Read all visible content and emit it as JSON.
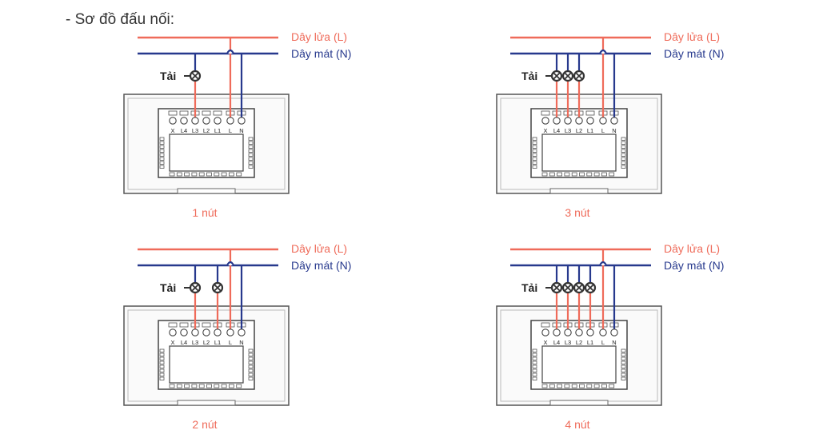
{
  "heading": "- Sơ đồ đấu nối:",
  "colors": {
    "live": "#ef6b5a",
    "neutral": "#27398d",
    "device": "#333333",
    "text": "#222222"
  },
  "wire_labels": {
    "live": "Dây lửa (L)",
    "neutral": "Dây mát (N)"
  },
  "load_label": "Tải",
  "terminal_labels": [
    "X",
    "L4",
    "L3",
    "L2",
    "L1",
    "L",
    "N"
  ],
  "diagrams": [
    {
      "caption": "1 nút",
      "gangs": 1
    },
    {
      "caption": "3 nút",
      "gangs": 3
    },
    {
      "caption": "2 nút",
      "gangs": 2
    },
    {
      "caption": "4 nút",
      "gangs": 4
    }
  ]
}
